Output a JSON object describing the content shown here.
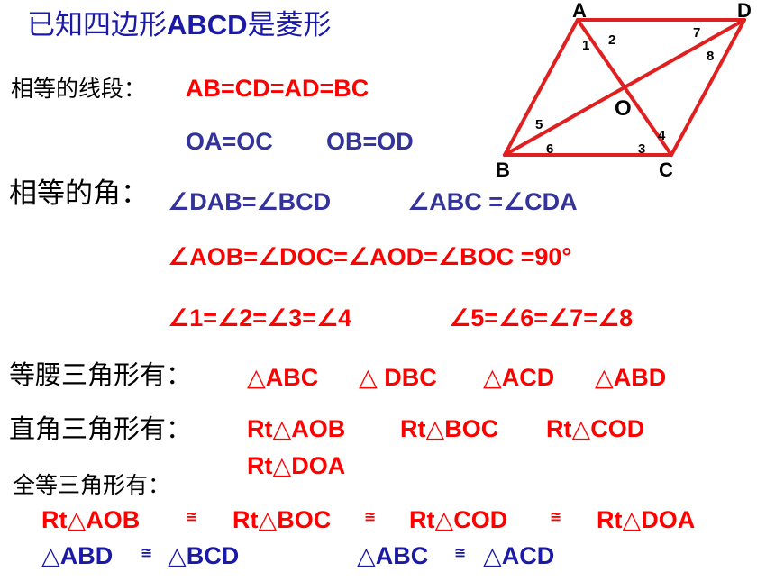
{
  "title": {
    "prefix": "已知四边形",
    "name": "ABCD",
    "suffix": "是菱形"
  },
  "equal_segments": {
    "label": "相等的线段：",
    "line1": "AB=CD=AD=BC",
    "line2a": "OA=OC",
    "line2b": "OB=OD"
  },
  "equal_angles": {
    "label": "相等的角：",
    "line1a": "∠DAB=∠BCD",
    "line1b": "∠ABC =∠CDA",
    "line2": "∠AOB=∠DOC=∠AOD=∠BOC =90°",
    "line3a": "∠1=∠2=∠3=∠4",
    "line3b": "∠5=∠6=∠7=∠8"
  },
  "isosceles": {
    "label": "等腰三角形有：",
    "items": [
      "△ABC",
      "△ DBC",
      "△ACD",
      "△ABD"
    ]
  },
  "right_triangles": {
    "label": "直角三角形有：",
    "items": [
      "Rt△AOB",
      "Rt△BOC",
      "Rt△COD",
      "Rt△DOA"
    ]
  },
  "congruent": {
    "label": "全等三角形有：",
    "row1": [
      "Rt△AOB",
      "≅",
      "Rt△BOC",
      "≅",
      "Rt△COD",
      "≅",
      "Rt△DOA"
    ],
    "row2": [
      "△ABD",
      "≅",
      "△BCD",
      "△ABC",
      "≅",
      "△ACD"
    ]
  },
  "diagram": {
    "vertices": {
      "A": "A",
      "B": "B",
      "C": "C",
      "D": "D",
      "O": "O"
    },
    "angle_numbers": [
      "1",
      "2",
      "3",
      "4",
      "5",
      "6",
      "7",
      "8"
    ],
    "line_color": "#e02020"
  }
}
